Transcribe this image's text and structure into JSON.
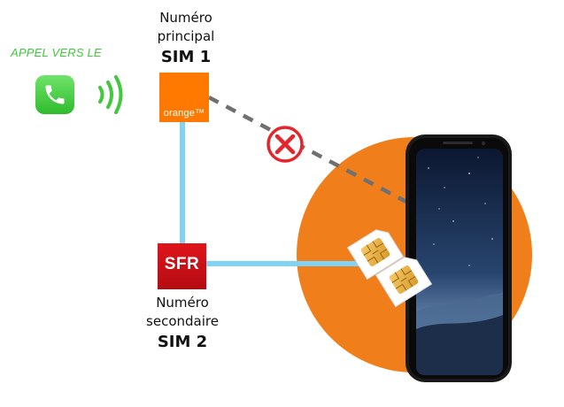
{
  "call": {
    "label": "APPEL VERS LE",
    "icon": "phone-icon",
    "signal_icon": "signal-waves-icon"
  },
  "sim1": {
    "line1": "Numéro",
    "line2": "principal",
    "name": "SIM 1",
    "operator": "orange",
    "operator_logo_text": "orange™"
  },
  "sim2": {
    "line1": "Numéro",
    "line2": "secondaire",
    "name": "SIM 2",
    "operator": "SFR",
    "operator_logo_text": "SFR"
  },
  "links": {
    "blocked_icon": "cross-icon",
    "active_line_color": "#7fd4f5",
    "blocked_line_color": "#707070"
  },
  "colors": {
    "green": "#3fc93b",
    "orange": "#f07e1a",
    "orange_brand": "#ff7900",
    "sfr_red": "#d3121a",
    "cross_red": "#e3262c"
  }
}
